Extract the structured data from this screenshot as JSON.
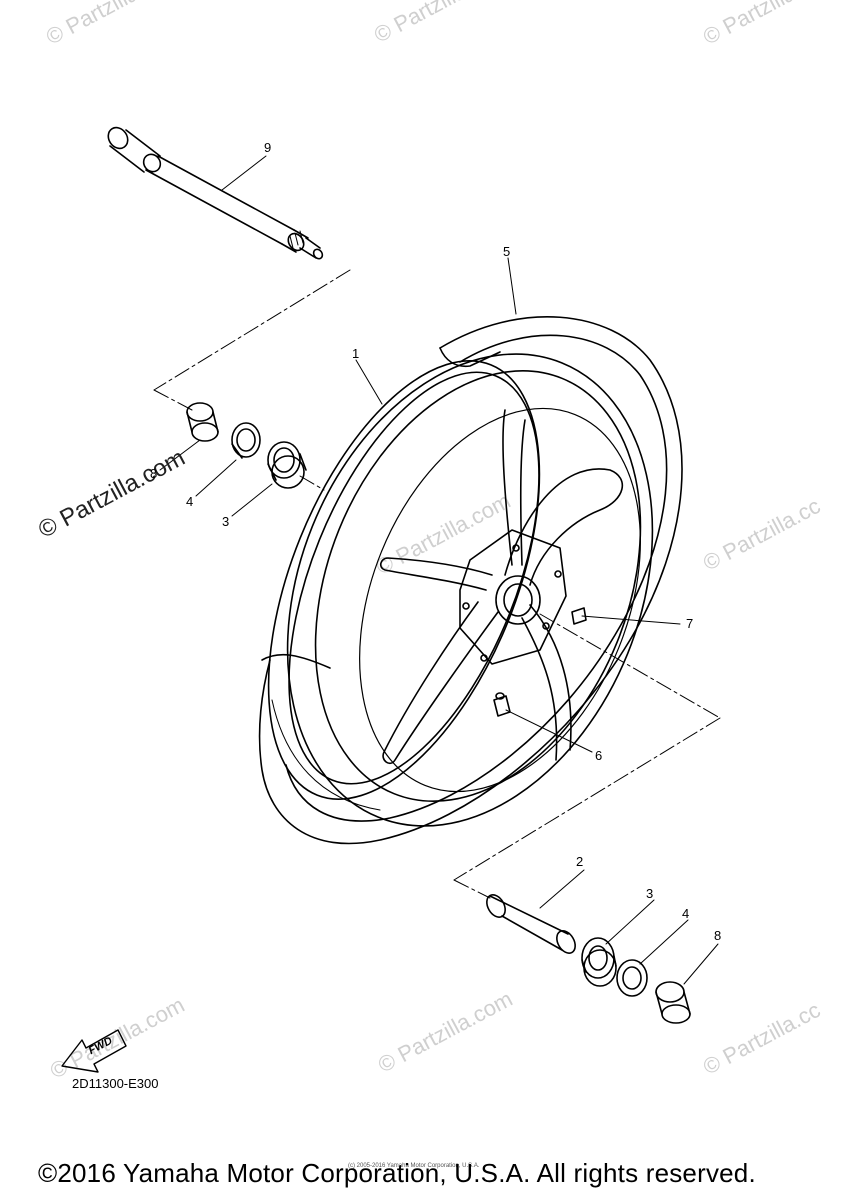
{
  "watermark": {
    "text": "© Partzilla.com",
    "short_text": "© Partzilla.cc",
    "side_text": "© Partzilla.com",
    "color": "#cfcfcf"
  },
  "callouts": {
    "c9": "9",
    "c5": "5",
    "c1": "1",
    "c8a": "8",
    "c4a": "4",
    "c3a": "3",
    "c7": "7",
    "c6": "6",
    "c2": "2",
    "c3b": "3",
    "c4b": "4",
    "c8b": "8"
  },
  "fwd_label": "FWD",
  "diagram_code": "2D11300-E300",
  "fine_print": "(c) 2005-2016 Yamaha Motor Corporation, U.S.A.",
  "copyright": "©2016 Yamaha Motor Corporation, U.S.A. All rights reserved."
}
